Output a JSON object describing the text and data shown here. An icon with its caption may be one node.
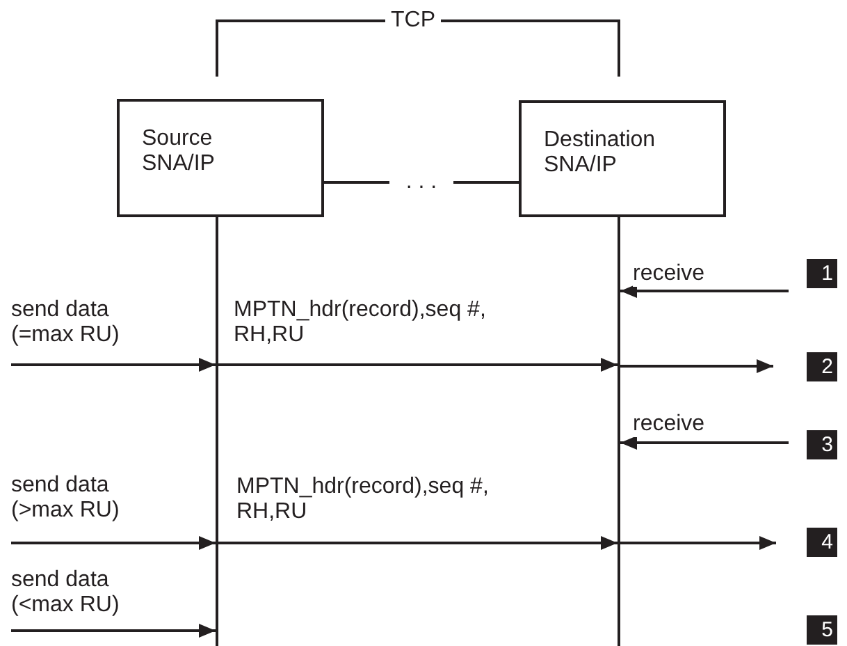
{
  "diagram": {
    "nodes": [
      {
        "text": [
          "Source SNA/IP"
        ]
      },
      {
        "text": [
          "Destination SNA/IP"
        ]
      },
      {
        "text": [],
        "shape": "bar"
      },
      {
        "text": [],
        "shape": "bar"
      }
    ],
    "edges": [
      {
        "from": 0,
        "to": 1,
        "arrow": "none",
        "label": ". . ."
      },
      {
        "from": null,
        "to": 3,
        "arrow": "to",
        "label": "receive"
      },
      {
        "from": null,
        "to": 2,
        "arrow": "to",
        "label": "send data (=max RU)"
      },
      {
        "from": 2,
        "to": 3,
        "arrow": "to",
        "label": "MPTN_hdr(record),seq #, RH,RU"
      },
      {
        "from": 3,
        "to": null,
        "arrow": "to"
      },
      {
        "from": null,
        "to": 3,
        "arrow": "to",
        "label": "receive"
      },
      {
        "from": null,
        "to": 2,
        "arrow": "to",
        "label": "send data (>max RU)"
      },
      {
        "from": 2,
        "to": 3,
        "arrow": "to",
        "label": "MPTN_hdr(record),seq #, RH,RU"
      },
      {
        "from": 3,
        "to": null,
        "arrow": "to"
      },
      {
        "from": null,
        "to": 2,
        "arrow": "to",
        "label": "send data (<max RU)"
      }
    ],
    "labels": [
      "TCP",
      "1",
      "2",
      "3",
      "4",
      "5"
    ]
  }
}
